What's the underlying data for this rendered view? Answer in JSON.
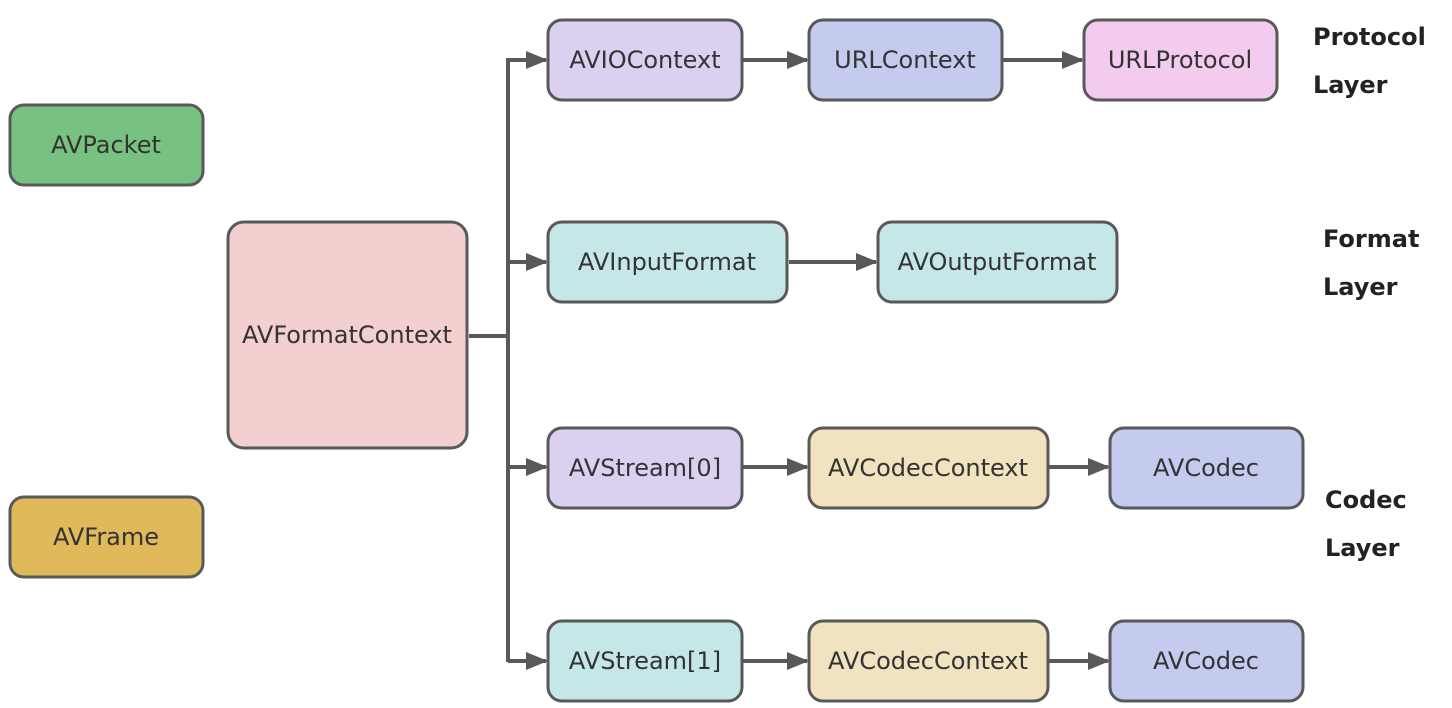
{
  "nodes": {
    "avpacket": "AVPacket",
    "avframe": "AVFrame",
    "avformatcontext": "AVFormatContext",
    "aviocontext": "AVIOContext",
    "urlcontext": "URLContext",
    "urlprotocol": "URLProtocol",
    "avinputformat": "AVInputFormat",
    "avoutputformat": "AVOutputFormat",
    "avstream0": "AVStream[0]",
    "avcodeccontext0": "AVCodecContext",
    "avcodec0": "AVCodec",
    "avstream1": "AVStream[1]",
    "avcodeccontext1": "AVCodecContext",
    "avcodec1": "AVCodec"
  },
  "layers": {
    "protocol": [
      "Protocol",
      "Layer"
    ],
    "format": [
      "Format",
      "Layer"
    ],
    "codec": [
      "Codec",
      "Layer"
    ]
  },
  "colors": {
    "green": "#77C281",
    "gold": "#E0B95A",
    "pink": "#F3CFCF",
    "lavender": "#DCD0F1",
    "periwinkle": "#C5CBEE",
    "magenta": "#F3CBEE",
    "teal": "#C6E7E7",
    "beige": "#F1E3C0",
    "border": "#595959"
  }
}
